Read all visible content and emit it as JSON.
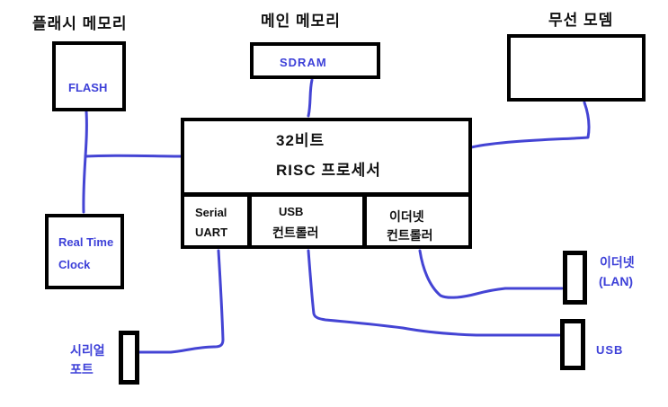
{
  "title_labels": {
    "flash_memory": "플래시 메모리",
    "main_memory": "메인 메모리",
    "wireless_modem": "무선 모뎀"
  },
  "blocks": {
    "flash": {
      "label": "FLASH"
    },
    "sdram": {
      "label": "SDRAM"
    },
    "processor": {
      "line1": "32비트",
      "line2": "RISC 프로세서"
    },
    "serial_uart": {
      "line1": "Serial",
      "line2": "UART"
    },
    "usb_controller": {
      "line1": "USB",
      "line2": "컨트롤러"
    },
    "ethernet_controller": {
      "line1": "이더넷",
      "line2": "컨트롤러"
    },
    "rtc": {
      "line1": "Real Time",
      "line2": "Clock"
    }
  },
  "ports": {
    "serial": {
      "line1": "시리얼",
      "line2": "포트"
    },
    "lan": {
      "line1": "이더넷",
      "line2": "(LAN)"
    },
    "usb": {
      "label": "USB"
    }
  },
  "colors": {
    "connector_blue": "#4444d4",
    "text_blue": "#3d40d8",
    "box_border_black": "#000000",
    "background": "#ffffff"
  }
}
